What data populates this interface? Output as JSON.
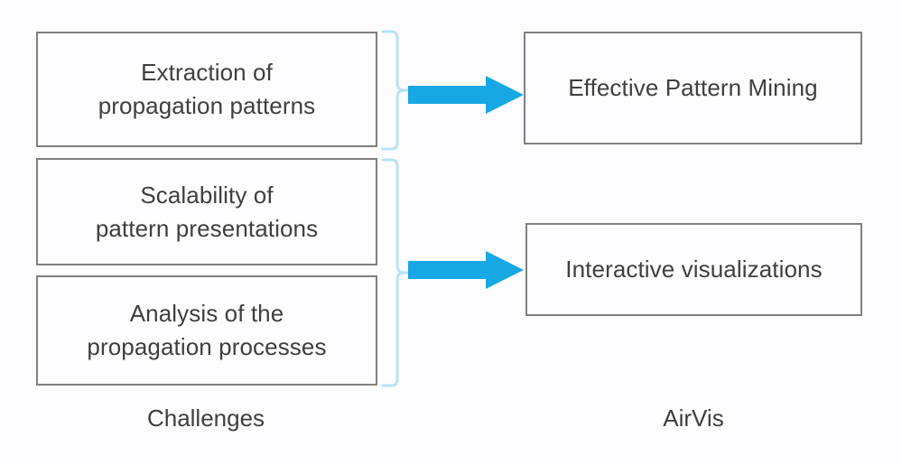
{
  "diagram": {
    "title": "AirVis challenges to solutions mapping",
    "background_color": "#fdfcff",
    "accent_color": "#17a8e3",
    "bracket_color": "#b9e2f5",
    "box_border_color": "#808080",
    "text_color": "#3f3f3f",
    "columns": [
      {
        "id": "challenges",
        "caption": "Challenges"
      },
      {
        "id": "airvis",
        "caption": "AirVis"
      }
    ],
    "challenges": [
      {
        "id": "extraction",
        "line1": "Extraction of",
        "line2": "propagation patterns",
        "text": "Extraction of\npropagation patterns"
      },
      {
        "id": "scalability",
        "line1": "Scalability of",
        "line2": "pattern presentations",
        "text": "Scalability of\npattern presentations"
      },
      {
        "id": "analysis",
        "line1": "Analysis of the",
        "line2": "propagation processes",
        "text": "Analysis of the\npropagation processes"
      }
    ],
    "solutions": [
      {
        "id": "pattern-mining",
        "text": "Effective Pattern Mining"
      },
      {
        "id": "interactive-vis",
        "text": "Interactive visualizations"
      }
    ],
    "connectors": [
      {
        "id": "arrow-top",
        "icon": "right-arrow-icon",
        "from": "extraction",
        "to": "pattern-mining"
      },
      {
        "id": "arrow-bottom",
        "icon": "right-arrow-icon",
        "from": "scalability+analysis",
        "to": "interactive-vis"
      }
    ],
    "brackets": [
      {
        "id": "bracket-top",
        "icon": "curly-bracket-icon",
        "groups": [
          "extraction"
        ]
      },
      {
        "id": "bracket-bottom",
        "icon": "curly-bracket-icon",
        "groups": [
          "scalability",
          "analysis"
        ]
      }
    ]
  }
}
